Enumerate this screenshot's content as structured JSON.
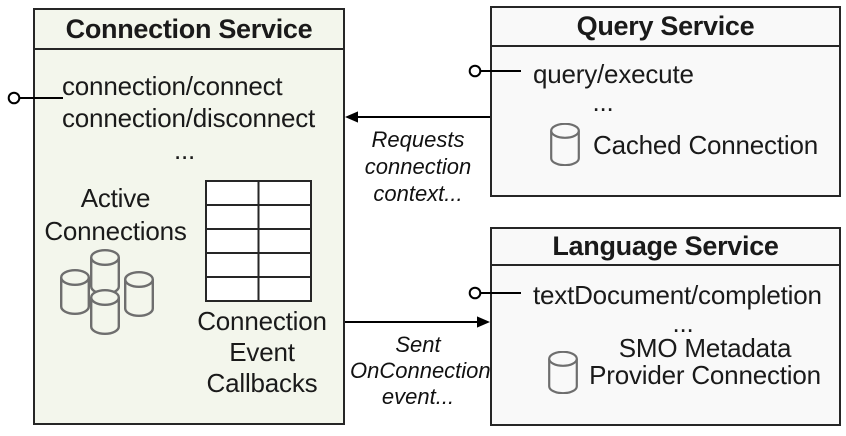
{
  "colors": {
    "connection_fill": "#f3f6ec",
    "service_fill": "#f9f9f9",
    "border": "#262626",
    "icon_stroke": "#6e6e6e",
    "text": "#1a1a1a"
  },
  "connection_service": {
    "title": "Connection Service",
    "endpoint_1": "connection/connect",
    "endpoint_2": "connection/disconnect",
    "ellipsis": "...",
    "active_label_1": "Active",
    "active_label_2": "Connections",
    "callbacks_label_1": "Connection",
    "callbacks_label_2": "Event",
    "callbacks_label_3": "Callbacks"
  },
  "query_service": {
    "title": "Query Service",
    "endpoint": "query/execute",
    "ellipsis": "...",
    "cache_label": "Cached Connection"
  },
  "language_service": {
    "title": "Language Service",
    "endpoint": "textDocument/completion",
    "ellipsis": "...",
    "provider_label_1": "SMO Metadata",
    "provider_label_2": "Provider Connection"
  },
  "annotations": {
    "requests_line_1": "Requests",
    "requests_line_2": "connection",
    "requests_line_3": "context...",
    "sent_line_1": "Sent",
    "sent_line_2": "OnConnection",
    "sent_line_3": "event..."
  }
}
